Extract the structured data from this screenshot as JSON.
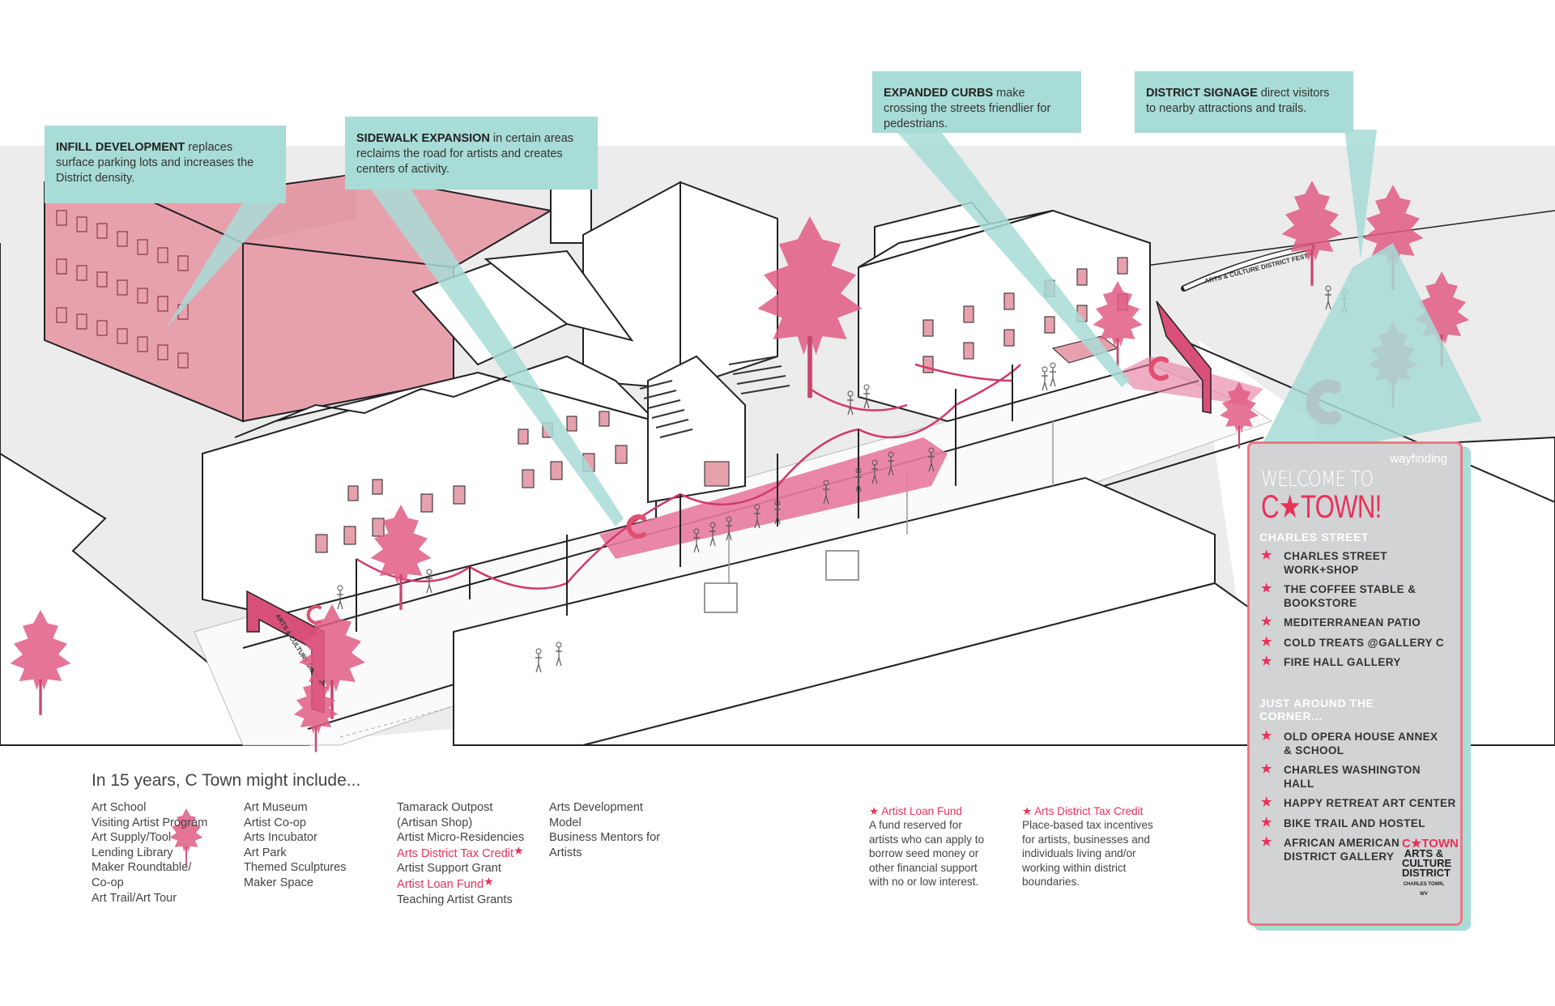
{
  "callouts": [
    {
      "id": "infill",
      "head": "INFILL DEVELOPMENT",
      "body": " replaces surface parking lots and increases the District density."
    },
    {
      "id": "sidewalk",
      "head": "SIDEWALK EXPANSION",
      "body": " in certain areas reclaims the road for artists and creates centers of activity."
    },
    {
      "id": "curbs",
      "head": "EXPANDED CURBS",
      "body": " make crossing the streets friendlier for pedestrians."
    },
    {
      "id": "signage",
      "head": "DISTRICT SIGNAGE",
      "body": " direct visitors to nearby attractions and trails."
    }
  ],
  "street_banner": "ARTS & CULTURE DISTRICT FESTIV",
  "side_banner": "ARTS & CULTURE DISTRICT",
  "plan": {
    "title": "In 15 years, C Town might include...",
    "col1": [
      "Art School",
      "Visiting Artist Program",
      "Art Supply/Tool",
      "Lending Library",
      "Maker Roundtable/",
      "Co-op",
      "Art Trail/Art Tour"
    ],
    "col2": [
      "Art Museum",
      "Artist Co-op",
      "Arts Incubator",
      "Art Park",
      "Themed Sculptures",
      "Maker Space"
    ],
    "col3_a": [
      "Tamarack Outpost",
      "(Artisan Shop)",
      "Artist Micro-Residencies"
    ],
    "col3_red1": "Arts District Tax Credit",
    "col3_b": "Artist Support Grant",
    "col3_red2": "Artist Loan Fund",
    "col3_c": "Teaching Artist Grants",
    "col4": [
      "Arts Development",
      "Model",
      "Business Mentors for",
      "Artists"
    ],
    "star": "★"
  },
  "funds": [
    {
      "head": "★ Artist Loan Fund",
      "body": [
        "A fund reserved for",
        "artists who can apply to",
        "borrow seed money or",
        "other financial support",
        "with no or low interest."
      ]
    },
    {
      "head": "★ Arts District Tax Credit",
      "body": [
        "Place-based tax incentives",
        "for artists, businesses and",
        "individuals living and/or",
        "working within district",
        "boundaries."
      ]
    }
  ],
  "sign": {
    "tag": "wayfinding",
    "welcome": "WELCOME TO",
    "ctown": "C★TOWN!",
    "section1": "CHARLES STREET",
    "items1": [
      [
        "CHARLES STREET",
        "WORK+SHOP"
      ],
      [
        "THE COFFEE STABLE &",
        "BOOKSTORE"
      ],
      [
        "MEDITERRANEAN PATIO"
      ],
      [
        "COLD TREATS @GALLERY C"
      ],
      [
        "FIRE HALL GALLERY"
      ]
    ],
    "section2a": "JUST AROUND THE",
    "section2b": "CORNER...",
    "items2": [
      [
        "OLD OPERA HOUSE ANNEX",
        "& SCHOOL"
      ],
      [
        "CHARLES WASHINGTON",
        "HALL"
      ],
      [
        "HAPPY RETREAT ART CENTER"
      ],
      [
        "BIKE TRAIL AND HOSTEL"
      ],
      [
        "AFRICAN AMERICAN",
        "DISTRICT GALLERY"
      ]
    ],
    "star": "★",
    "logo1": "C★TOWN",
    "logo2": [
      "ARTS &",
      "CULTURE",
      "DISTRICT"
    ],
    "logo3": "CHARLES TOWN, WV"
  },
  "colors": {
    "pink": "#e7a1ad",
    "accent": "#e8325a",
    "teal": "#a8dcd6",
    "ground": "#ececec",
    "sign": "#d2d3d4"
  }
}
